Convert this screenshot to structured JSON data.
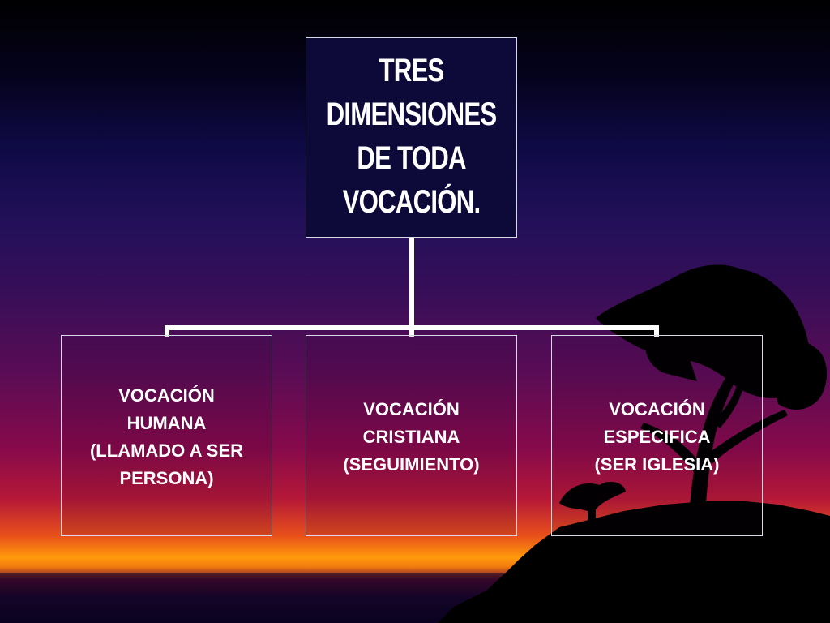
{
  "diagram": {
    "root": {
      "label": "TRES\nDIMENSIONES\n DE TODA\nVOCACIÓN. "
    },
    "children": [
      {
        "label": "VOCACIÓN\nHUMANA\n(LLAMADO A SER\nPERSONA)"
      },
      {
        "label": "VOCACIÓN\nCRISTIANA\n(SEGUIMIENTO)"
      },
      {
        "label": "VOCACIÓN\nESPECIFICA\n(SER IGLESIA)"
      }
    ]
  },
  "colors": {
    "connector": "#ffffff",
    "root_fill": "#0d0a3a",
    "silhouette": "#000000"
  }
}
